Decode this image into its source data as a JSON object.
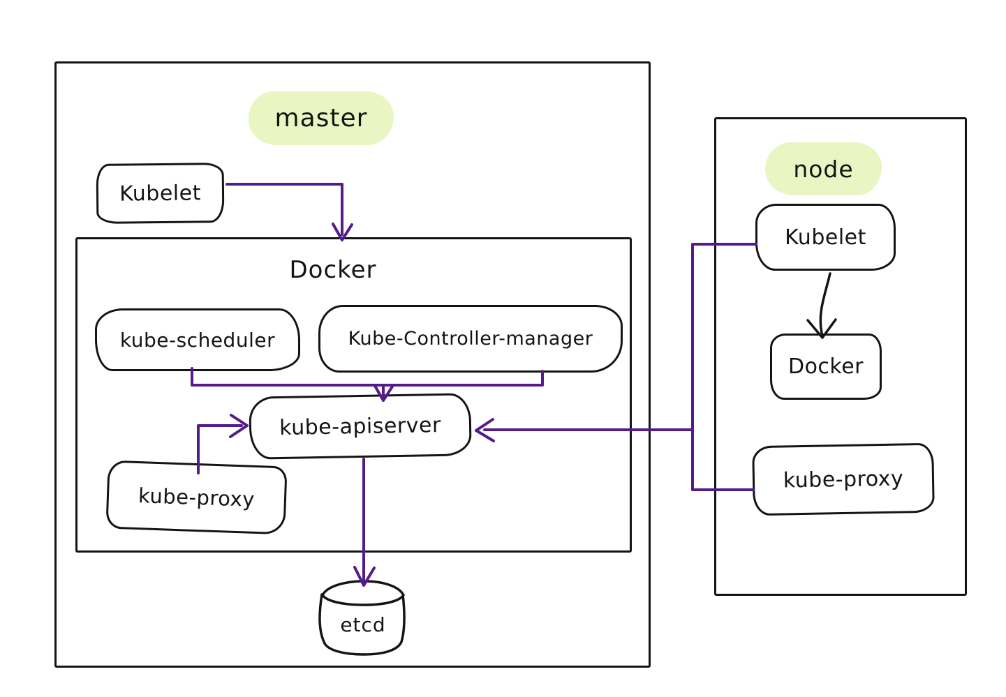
{
  "clusters": {
    "master": {
      "label": "master",
      "kubelet_label": "Kubelet",
      "docker": {
        "label": "Docker",
        "scheduler_label": "kube-scheduler",
        "controller_manager_label": "Kube-Controller-manager",
        "apiserver_label": "kube-apiserver",
        "proxy_label": "kube-proxy"
      },
      "etcd_label": "etcd"
    },
    "node": {
      "label": "node",
      "kubelet_label": "Kubelet",
      "docker_label": "Docker",
      "proxy_label": "kube-proxy"
    }
  },
  "colors": {
    "stroke": "#141414",
    "connector": "#541b8c",
    "highlight": "#e9f6c3"
  },
  "edges": [
    {
      "from": "master.Kubelet",
      "to": "master.Docker",
      "color": "purple",
      "arrow": true
    },
    {
      "from": "master.kube-scheduler",
      "to": "master.kube-apiserver",
      "color": "purple",
      "arrow": true
    },
    {
      "from": "master.Kube-Controller-manager",
      "to": "master.kube-apiserver",
      "color": "purple",
      "arrow": true
    },
    {
      "from": "master.kube-proxy",
      "to": "master.kube-apiserver",
      "color": "purple",
      "arrow": true
    },
    {
      "from": "master.kube-apiserver",
      "to": "master.etcd",
      "color": "purple",
      "arrow": true
    },
    {
      "from": "node.Kubelet",
      "to": "master.kube-apiserver",
      "color": "purple",
      "arrow": true
    },
    {
      "from": "node.kube-proxy",
      "to": "master.kube-apiserver",
      "color": "purple",
      "arrow": true
    },
    {
      "from": "node.Kubelet",
      "to": "node.Docker",
      "color": "black",
      "arrow": true
    }
  ]
}
